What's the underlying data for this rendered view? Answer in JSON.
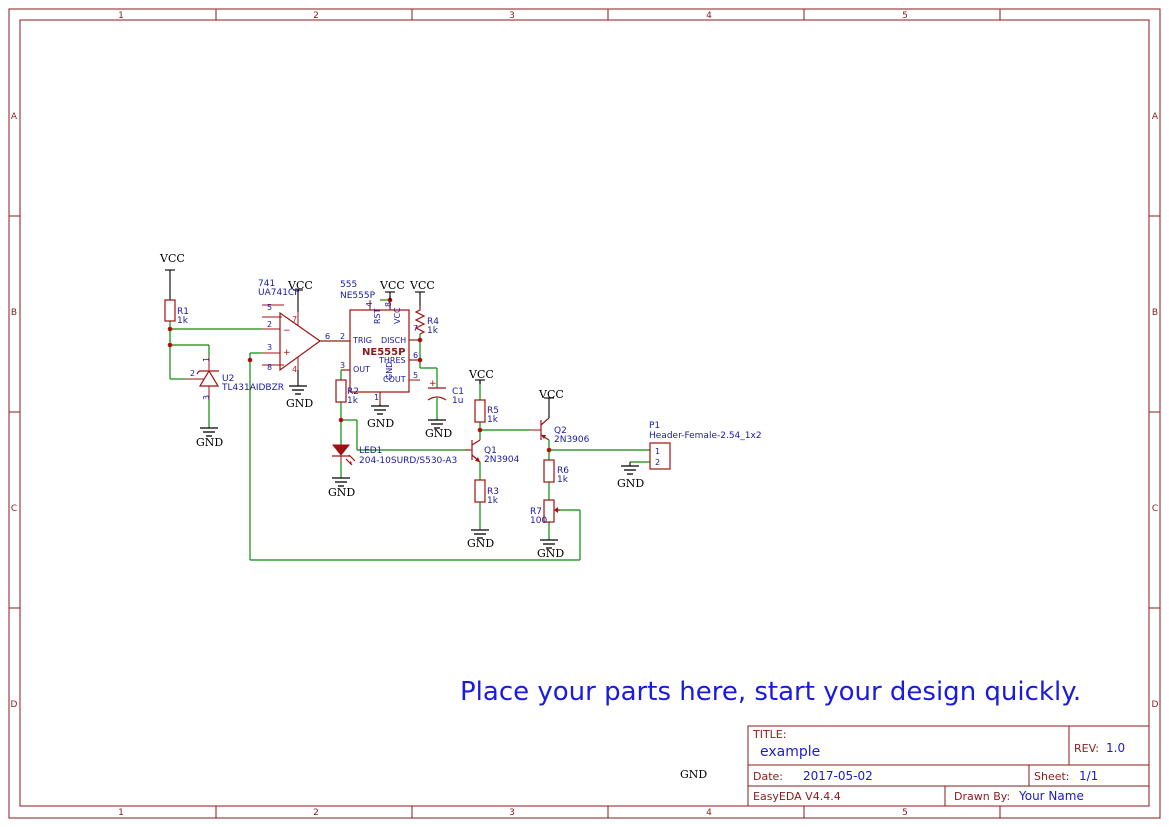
{
  "frame": {
    "columns": [
      "1",
      "2",
      "3",
      "4",
      "5"
    ],
    "rows": [
      "A",
      "B",
      "C",
      "D"
    ]
  },
  "nets": {
    "vcc": "VCC",
    "gnd": "GND"
  },
  "parts": {
    "r1": {
      "ref": "R1",
      "value": "1k"
    },
    "r2": {
      "ref": "R2",
      "value": "1k"
    },
    "r3": {
      "ref": "R3",
      "value": "1k"
    },
    "r4": {
      "ref": "R4",
      "value": "1k"
    },
    "r5": {
      "ref": "R5",
      "value": "1k"
    },
    "r6": {
      "ref": "R6",
      "value": "1k"
    },
    "r7": {
      "ref": "R7",
      "value": "100"
    },
    "u1": {
      "ref": "741",
      "value": "UA741CP",
      "pins": [
        "2",
        "3",
        "6",
        "5",
        "8",
        "7",
        "4",
        "−",
        "+"
      ]
    },
    "u2": {
      "ref": "U2",
      "value": "TL431AIDBZR",
      "pins": [
        "1",
        "2",
        "3"
      ]
    },
    "u3": {
      "ref": "555",
      "value": "NE555P",
      "body_label": "NE555P",
      "pins": [
        "4",
        "8",
        "2",
        "7",
        "6",
        "3",
        "5",
        "1"
      ],
      "pin_names": [
        "RST",
        "VCC",
        "TRIG",
        "DISCH",
        "THRES",
        "OUT",
        "COUT",
        "GND"
      ]
    },
    "c1": {
      "ref": "C1",
      "value": "1u",
      "polarity": "+"
    },
    "led1": {
      "ref": "LED1",
      "value": "204-10SURD/S530-A3"
    },
    "q1": {
      "ref": "Q1",
      "value": "2N3904"
    },
    "q2": {
      "ref": "Q2",
      "value": "2N3906"
    },
    "p1": {
      "ref": "P1",
      "value": "Header-Female-2.54_1x2",
      "pins": [
        "1",
        "2"
      ]
    }
  },
  "banner": "Place your parts here, start your design quickly.",
  "stray_net_label": "GND",
  "title_block": {
    "title_label": "TITLE:",
    "title_value": "example",
    "rev_label": "REV:",
    "rev_value": "1.0",
    "date_label": "Date:",
    "date_value": "2017-05-02",
    "sheet_label": "Sheet:",
    "sheet_value": "1/1",
    "tool": "EasyEDA V4.4.4",
    "drawn_label": "Drawn By:",
    "drawn_value": "Your Name"
  },
  "colors": {
    "frame": "#8b1a1a",
    "wire": "#0a8a0a",
    "component": "#a01010",
    "label": "#1a1aa0",
    "banner": "#1a1ae0"
  }
}
